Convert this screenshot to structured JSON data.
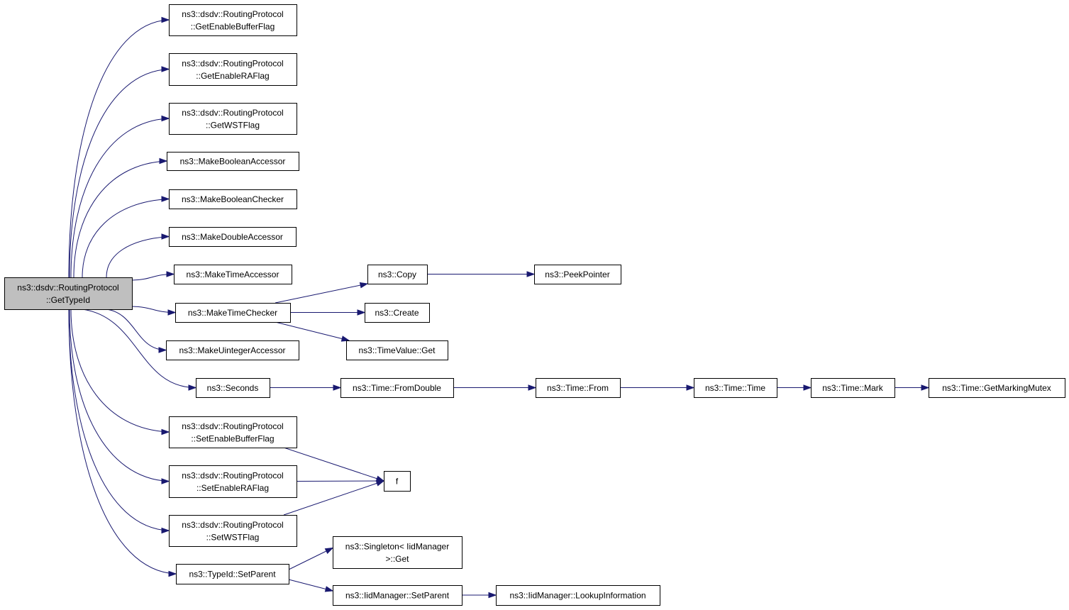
{
  "colors": {
    "edge": "#191970",
    "root_fill": "#bfbfbf",
    "node_fill": "#ffffff",
    "node_border": "#000000"
  },
  "nodes": [
    {
      "id": "n0",
      "lines": [
        "ns3::dsdv::RoutingProtocol",
        "::GetTypeId"
      ],
      "root": true
    },
    {
      "id": "n1",
      "lines": [
        "ns3::dsdv::RoutingProtocol",
        "::GetEnableBufferFlag"
      ]
    },
    {
      "id": "n2",
      "lines": [
        "ns3::dsdv::RoutingProtocol",
        "::GetEnableRAFlag"
      ]
    },
    {
      "id": "n3",
      "lines": [
        "ns3::dsdv::RoutingProtocol",
        "::GetWSTFlag"
      ]
    },
    {
      "id": "n4",
      "lines": [
        "ns3::MakeBooleanAccessor"
      ]
    },
    {
      "id": "n5",
      "lines": [
        "ns3::MakeBooleanChecker"
      ]
    },
    {
      "id": "n6",
      "lines": [
        "ns3::MakeDoubleAccessor"
      ]
    },
    {
      "id": "n7",
      "lines": [
        "ns3::MakeTimeAccessor"
      ]
    },
    {
      "id": "n8",
      "lines": [
        "ns3::MakeTimeChecker"
      ]
    },
    {
      "id": "n9",
      "lines": [
        "ns3::MakeUintegerAccessor"
      ]
    },
    {
      "id": "n10",
      "lines": [
        "ns3::Seconds"
      ]
    },
    {
      "id": "n11",
      "lines": [
        "ns3::dsdv::RoutingProtocol",
        "::SetEnableBufferFlag"
      ]
    },
    {
      "id": "n12",
      "lines": [
        "ns3::dsdv::RoutingProtocol",
        "::SetEnableRAFlag"
      ]
    },
    {
      "id": "n13",
      "lines": [
        "ns3::dsdv::RoutingProtocol",
        "::SetWSTFlag"
      ]
    },
    {
      "id": "n14",
      "lines": [
        "ns3::TypeId::SetParent"
      ]
    },
    {
      "id": "n15",
      "lines": [
        "ns3::Copy"
      ]
    },
    {
      "id": "n16",
      "lines": [
        "ns3::PeekPointer"
      ]
    },
    {
      "id": "n17",
      "lines": [
        "ns3::Create"
      ]
    },
    {
      "id": "n18",
      "lines": [
        "ns3::TimeValue::Get"
      ]
    },
    {
      "id": "n19",
      "lines": [
        "ns3::Time::FromDouble"
      ]
    },
    {
      "id": "n20",
      "lines": [
        "ns3::Time::From"
      ]
    },
    {
      "id": "n21",
      "lines": [
        "ns3::Time::Time"
      ]
    },
    {
      "id": "n22",
      "lines": [
        "ns3::Time::Mark"
      ]
    },
    {
      "id": "n23",
      "lines": [
        "ns3::Time::GetMarkingMutex"
      ]
    },
    {
      "id": "n24",
      "lines": [
        "f"
      ]
    },
    {
      "id": "n25",
      "lines": [
        "ns3::Singleton< IidManager",
        ">::Get"
      ]
    },
    {
      "id": "n26",
      "lines": [
        "ns3::IidManager::SetParent"
      ]
    },
    {
      "id": "n27",
      "lines": [
        "ns3::IidManager::LookupInformation"
      ]
    }
  ],
  "edges": [
    [
      "n0",
      "n1"
    ],
    [
      "n0",
      "n2"
    ],
    [
      "n0",
      "n3"
    ],
    [
      "n0",
      "n4"
    ],
    [
      "n0",
      "n5"
    ],
    [
      "n0",
      "n6"
    ],
    [
      "n0",
      "n7"
    ],
    [
      "n0",
      "n8"
    ],
    [
      "n0",
      "n9"
    ],
    [
      "n0",
      "n10"
    ],
    [
      "n0",
      "n11"
    ],
    [
      "n0",
      "n12"
    ],
    [
      "n0",
      "n13"
    ],
    [
      "n0",
      "n14"
    ],
    [
      "n8",
      "n15"
    ],
    [
      "n8",
      "n17"
    ],
    [
      "n8",
      "n18"
    ],
    [
      "n15",
      "n16"
    ],
    [
      "n10",
      "n19"
    ],
    [
      "n19",
      "n20"
    ],
    [
      "n20",
      "n21"
    ],
    [
      "n21",
      "n22"
    ],
    [
      "n22",
      "n23"
    ],
    [
      "n11",
      "n24"
    ],
    [
      "n12",
      "n24"
    ],
    [
      "n13",
      "n24"
    ],
    [
      "n14",
      "n25"
    ],
    [
      "n14",
      "n26"
    ],
    [
      "n26",
      "n27"
    ]
  ]
}
